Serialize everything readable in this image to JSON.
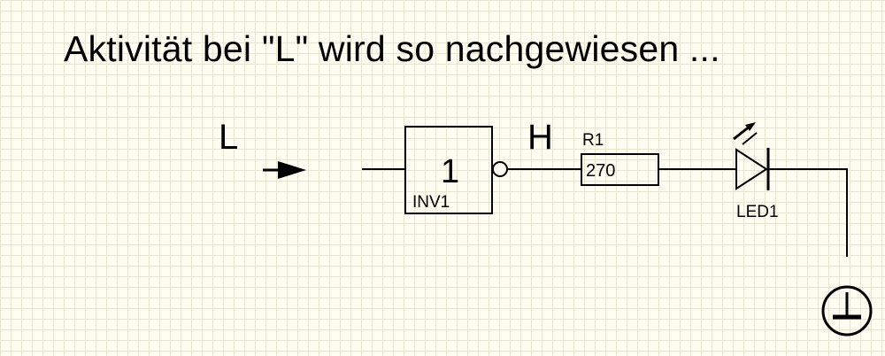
{
  "title": "Aktivität bei \"L\" wird so nachgewiesen ...",
  "input": {
    "level_label": "L"
  },
  "output": {
    "level_label": "H"
  },
  "inverter": {
    "symbol": "1",
    "designator": "INV1"
  },
  "resistor": {
    "designator": "R1",
    "value": "270"
  },
  "led": {
    "designator": "LED1"
  },
  "ground": {
    "icon": "ground-icon"
  },
  "colors": {
    "background": "#fdfdf1",
    "grid": "#e7e6d3",
    "line": "#000000"
  }
}
